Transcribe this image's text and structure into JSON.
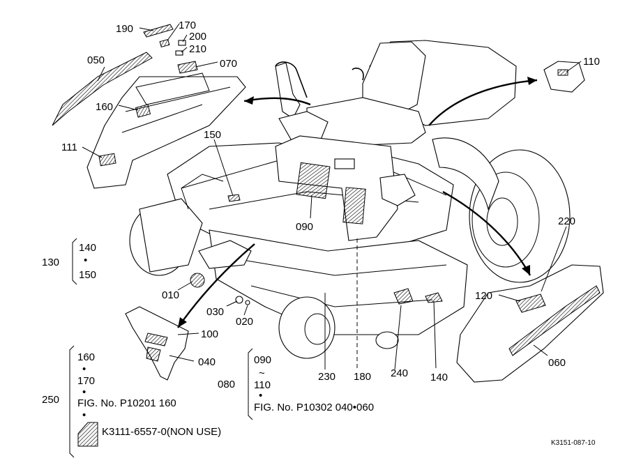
{
  "callouts": {
    "c190": "190",
    "c170": "170",
    "c200": "200",
    "c210": "210",
    "c070": "070",
    "c050": "050",
    "c160": "160",
    "c111": "111",
    "c150": "150",
    "c090": "090",
    "c110": "110",
    "c220": "220",
    "c120": "120",
    "c060": "060",
    "c010": "010",
    "c030": "030",
    "c020": "020",
    "c100": "100",
    "c040": "040",
    "c080": "080",
    "c230": "230",
    "c180": "180",
    "c240": "240",
    "c140": "140",
    "c130": "130",
    "c250": "250"
  },
  "group130": {
    "top": "140",
    "dot": "•",
    "bottom": "150"
  },
  "group250": {
    "line1": "160",
    "dot1": "•",
    "line2": "170",
    "dot2": "•",
    "fig": "FIG. No. P10201  160",
    "dot3": "•",
    "part_number": "K3111-6557-0(NON USE)"
  },
  "group080": {
    "line1": "090",
    "tilde": "~",
    "line2": "110",
    "dot": "•",
    "fig": "FIG. No. P10302  040•060"
  },
  "drawing_code": "K3151-087-10"
}
